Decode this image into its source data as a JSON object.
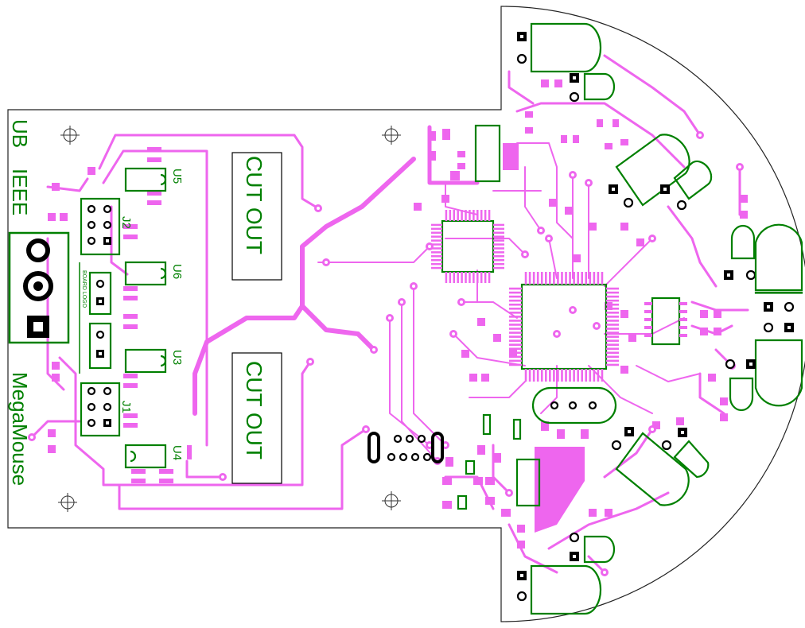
{
  "board": {
    "text_vertical_1": "UB",
    "text_vertical_2": "IEEE",
    "text_vertical_3": "MegaMouse",
    "cutout_label_1": "CUT OUT",
    "cutout_label_2": "CUT OUT",
    "ref_u5": "U5",
    "ref_u6": "U6",
    "ref_u3": "U3",
    "ref_u4": "U4",
    "ref_j1": "J1",
    "ref_j2": "J2",
    "small_board_text": "BOARD LOGO"
  },
  "colors": {
    "copper": "#ee66ee",
    "silkscreen": "#008000",
    "outline": "#222222",
    "background": "#ffffff"
  }
}
